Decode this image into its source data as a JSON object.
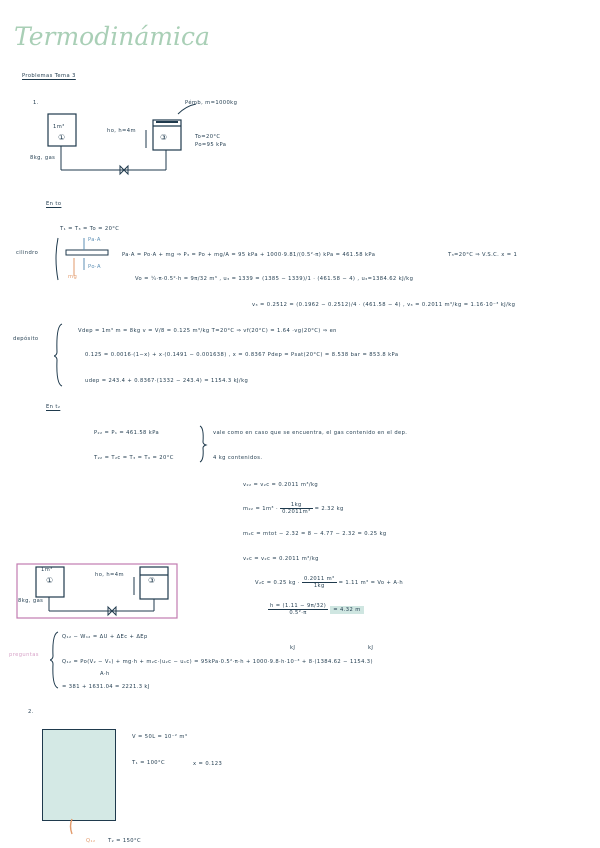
{
  "title": "Termodinámica",
  "section_heading": "Problemas Tema 3",
  "problem1": {
    "number": "1.",
    "piston_note": "Pémb, m=1000kg",
    "tank_volume": "1m³",
    "tank_id": "①",
    "tank_pressure_label": "8kg, gas",
    "cyl_id": "③",
    "height_label": "ho, h=4m",
    "ambient_temp": "To=20°C",
    "ambient_press": "Po=95 kPa",
    "state1_heading": "En to",
    "temps": "T₁ = T₃ = To = 20°C",
    "cilindro_label": "cilindro",
    "force_up": "Pa·A",
    "force_down": "Po·A",
    "mg_label": "mg",
    "eq_force": "Pa·A = Po·A + mg  ⇒  P₃ = Po + mg/A = 95 kPa + 1000·9.81/(0.5²·π) kPa = 461.58 kPa",
    "eq_vsc": "T₃=20°C  ⇒  V.S.C.   x = 1",
    "eq_vol": "Vo = ¼·π·0.5²·h = 9π/32 m³ ,  u₃ = 1339 = (1385 − 1339)/1 · (461.58 − 4) , u₃=1384.62 kJ/kg",
    "eq_v3": "v₃ = 0.2512 = (0.1962 − 0.2512)/4 · (461.58 − 4) ,  v₃ = 0.2011 m³/kg = 1.16·10⁻³ kJ/kg",
    "deposito_label": "depósito",
    "dep_line1": "Vdep = 1m³    m = 8kg      v = V/8 = 0.125 m³/kg     T=20°C  ⇒  vf(20°C) = 1.64 ·vg(20°C) ⇒ en",
    "dep_line2": "0.125 = 0.0016·(1−x) + x·(0.1491 − 0.001638) ,   x = 0.8367        Pdep = Psat(20°C) = 8.538 bar = 853.8 kPa",
    "dep_line3": "udep = 243.4 + 0.8367·(1332 − 243.4) = 1154.3 kJ/kg",
    "state2_heading": "En t₂",
    "t2_line1": "P₂₂ = P₁ = 461.58 kPa",
    "t2_line2": "T₂₂ = T₂c = T₃ = T₀ = 20°C",
    "t2_note1": "vale como en caso que se encuentra, el gas contenido en el dep.",
    "t2_note2": "4 kg contenidos.",
    "v_line": "v₂₂ = v₂c = 0.2011 m³/kg",
    "m_line_a": "m₂₂ = 1m³ ·",
    "m_line_frac_n": "1kg",
    "m_line_frac_d": "0.2011m³",
    "m_line_b": "= 2.32 kg",
    "mc_line": "m₂c = mtot − 2.32 = 8 − 4.77 − 2.32 = 0.25 kg",
    "vc_line": "v₂c = v₂c = 0.2011 m³/kg",
    "Vc_line_a": "V₂c = 0.25 kg ·",
    "Vc_frac_n": "0.2011 m³",
    "Vc_frac_d": "1kg",
    "Vc_line_b": "= 1.11 m³ = Vo + A·h",
    "h_line_a": "h = (1.11 − 9π/32)",
    "h_line_d": "0.5²·π",
    "h_result": "= 4.32 m",
    "preguntas_label": "preguntas",
    "q_line1": "Q₁₂ − W₁₂ = ΔU + ΔEc + ΔEp",
    "q_label_kj1": "kJ",
    "q_label_kj2": "kJ",
    "q_line2": "Q₁₂ = Po(V₂ − V₁) + mg·h + m₂c·(u₂c − u₁c) = 95kPa·0.5²·π·h + 1000·9.8·h·10⁻³ + 8·(1384.62 − 1154.3)",
    "q_sub": "A·h",
    "q_line3": "= 381 + 1631.04 = 2221.3 kJ"
  },
  "problem2": {
    "number": "2.",
    "V": "V = 50L = 10⁻² m³",
    "T1": "T₁ = 100°C",
    "x": "x = 0.123",
    "Q_label": "Q₁₂",
    "T2": "T₂ = 150°C"
  }
}
